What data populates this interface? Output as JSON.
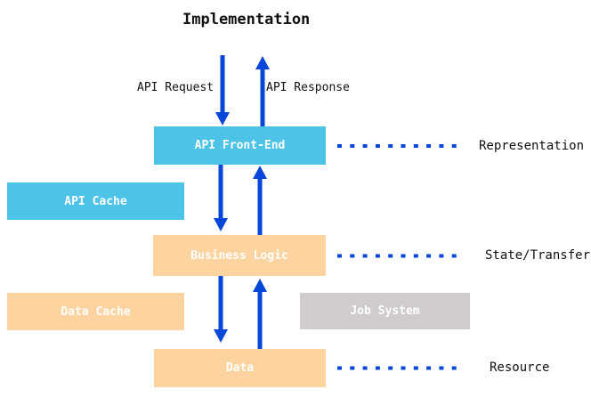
{
  "diagram": {
    "title": "Implementation",
    "edge_labels": {
      "request": "API Request",
      "response": "API Response"
    },
    "nodes": {
      "api_front_end": "API Front-End",
      "api_cache": "API Cache",
      "business_logic": "Business Logic",
      "data_cache": "Data Cache",
      "job_system": "Job System",
      "data": "Data"
    },
    "layer_labels": {
      "representation": "Representation",
      "state_transfer": "State/Transfer",
      "resource": "Resource"
    },
    "colors": {
      "blue_box": "#4EC3E8",
      "orange_box": "#FDD3A0",
      "gray_box": "#CFCBCE",
      "arrow_blue": "#0646D8",
      "box_text": "#FFFFFF",
      "label_text": "#111111"
    }
  }
}
